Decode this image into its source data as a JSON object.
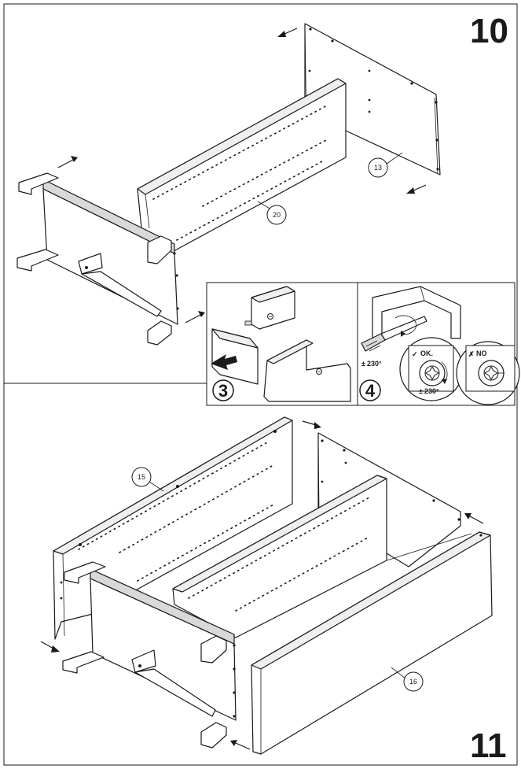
{
  "steps": [
    {
      "number": "10"
    },
    {
      "number": "11"
    }
  ],
  "insets": [
    {
      "number": "3"
    },
    {
      "number": "4"
    }
  ],
  "rotation_label": "230°",
  "ok_label": "OK.",
  "no_label": "NO",
  "parts": {
    "back_panel": "13",
    "shelf_panel": "20",
    "side_panel": "15",
    "front_panel": "16"
  }
}
